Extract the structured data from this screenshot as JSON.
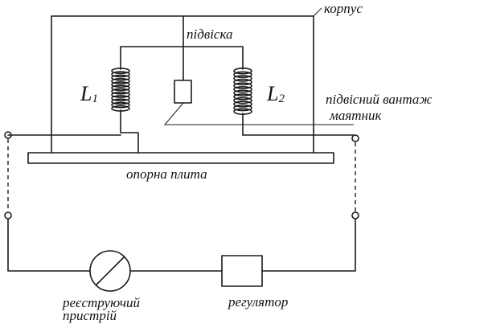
{
  "labels": {
    "housing": "корпус",
    "suspension": "підвіска",
    "coil_left": {
      "letter": "L",
      "index": "1"
    },
    "coil_right": {
      "letter": "L",
      "index": "2"
    },
    "weight_line1": "підвісний вантаж",
    "weight_line2": "маятник",
    "base_plate": "опорна плита",
    "recorder_line1": "реєструючий",
    "recorder_line2": "пристрій",
    "regulator": "регулятор"
  }
}
